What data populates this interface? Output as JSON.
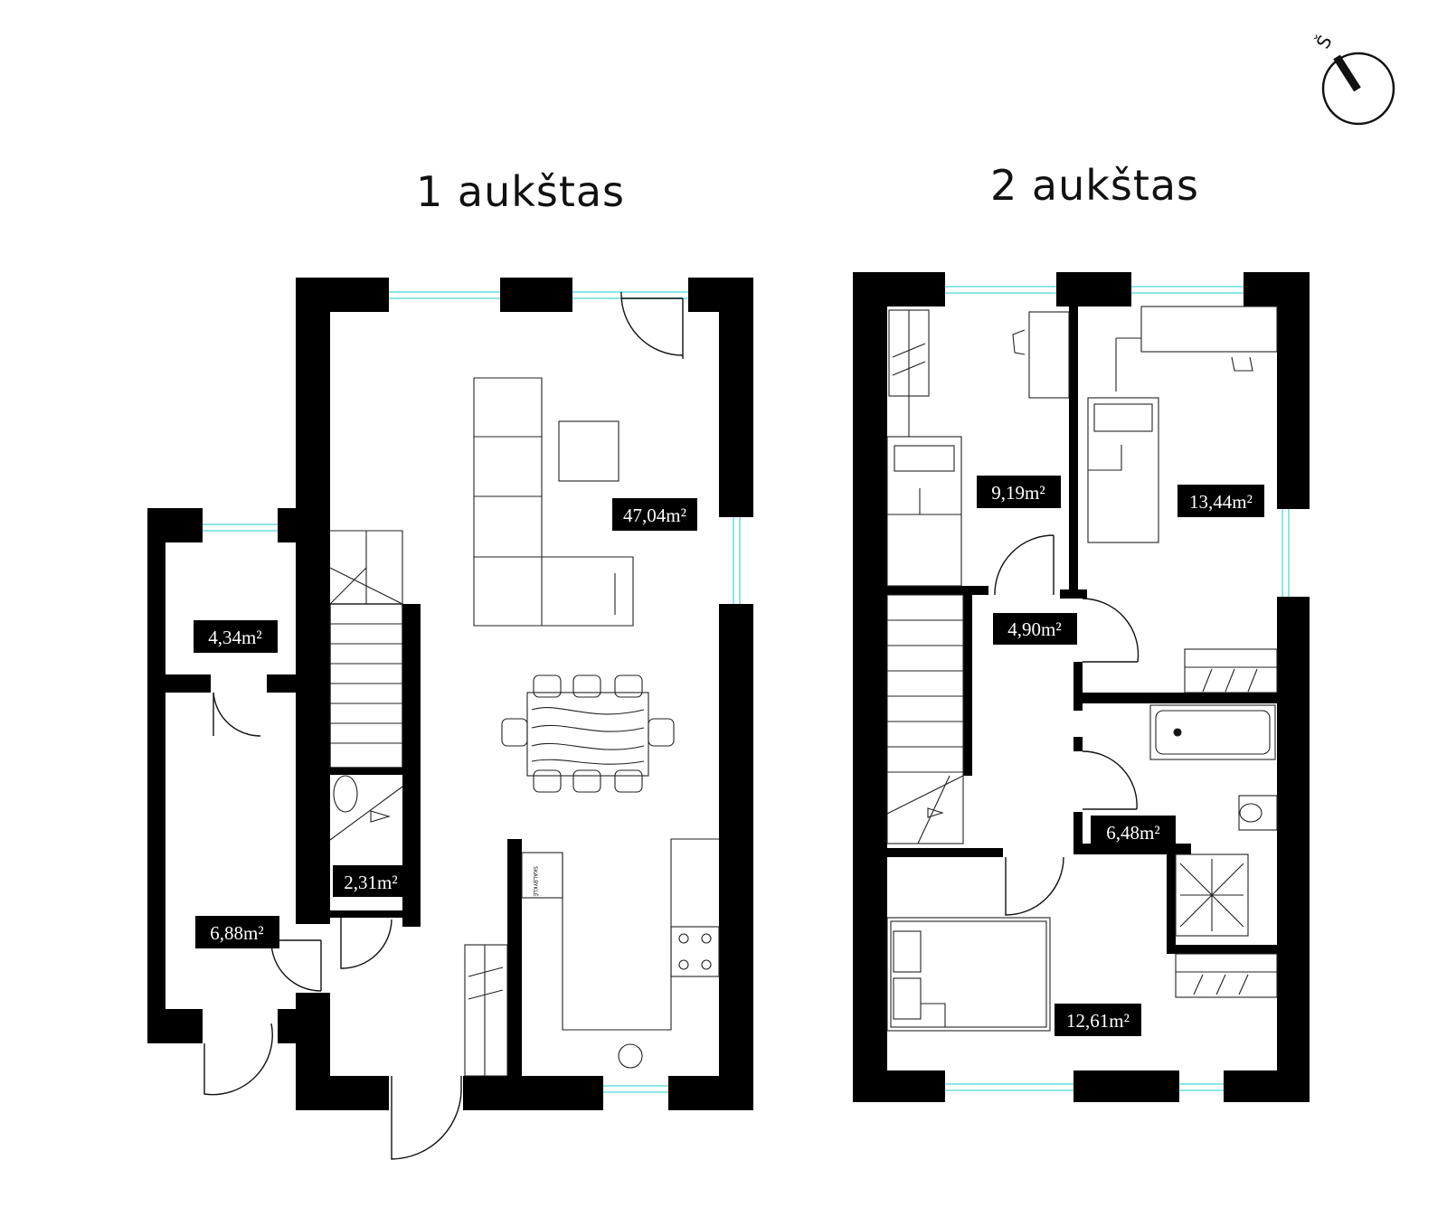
{
  "floors": [
    {
      "title": "1 aukštas",
      "rooms": [
        {
          "id": "living",
          "area": "47,04m²"
        },
        {
          "id": "small-room",
          "area": "4,34m²"
        },
        {
          "id": "wc",
          "area": "2,31m²"
        },
        {
          "id": "entry",
          "area": "6,88m²"
        }
      ]
    },
    {
      "title": "2 aukštas",
      "rooms": [
        {
          "id": "bedroom-1",
          "area": "9,19m²"
        },
        {
          "id": "bedroom-2",
          "area": "13,44m²"
        },
        {
          "id": "hall",
          "area": "4,90m²"
        },
        {
          "id": "bathroom",
          "area": "6,48m²"
        },
        {
          "id": "bedroom-3",
          "area": "12,61m²"
        }
      ]
    }
  ],
  "compass": {
    "letter": "Š",
    "icon": "north-arrow-icon"
  },
  "appliance_label": "SKALBYKLĖ",
  "colors": {
    "wall": "#000000",
    "window": "#8ee6e6",
    "label_bg": "#000000",
    "label_text": "#ffffff"
  }
}
